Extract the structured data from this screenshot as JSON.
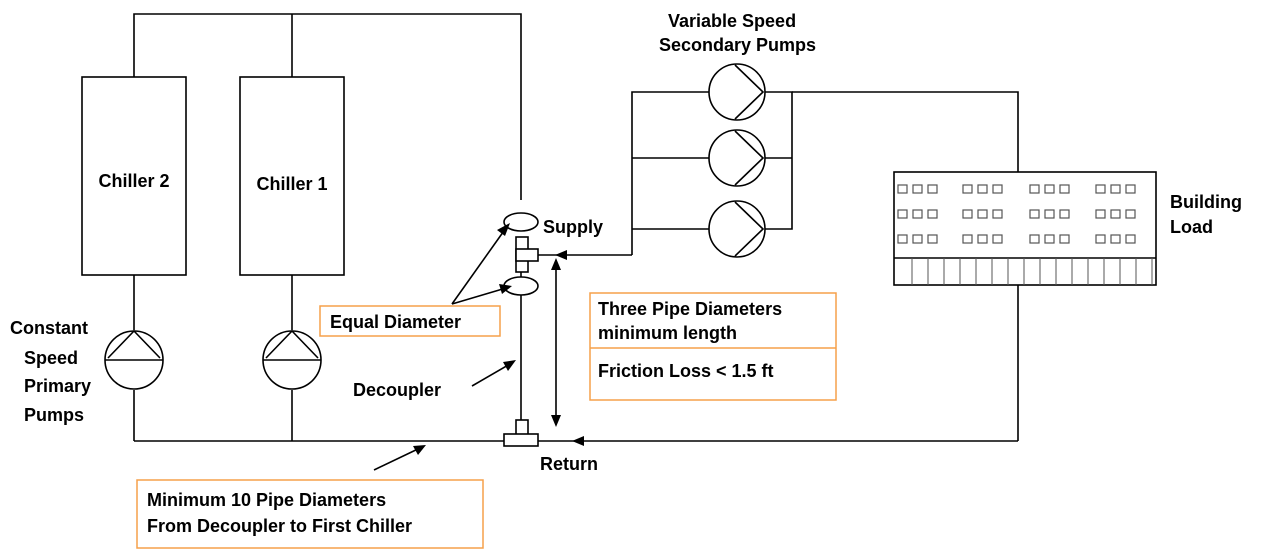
{
  "chillers": {
    "chiller_2": "Chiller 2",
    "chiller_1": "Chiller 1"
  },
  "primary_pumps": {
    "line1": "Constant",
    "line2": "Speed",
    "line3": "Primary",
    "line4": "Pumps"
  },
  "secondary_pumps": {
    "line1": "Variable Speed",
    "line2": "Secondary Pumps"
  },
  "building_load": {
    "line1": "Building",
    "line2": "Load"
  },
  "labels": {
    "supply": "Supply",
    "return": "Return",
    "decoupler": "Decoupler",
    "equal_diameter": "Equal Diameter"
  },
  "callouts": {
    "three_pipe_line1": "Three Pipe Diameters",
    "three_pipe_line2": "minimum length",
    "friction_loss": "Friction Loss < 1.5 ft",
    "min10_line1": "Minimum 10 Pipe Diameters",
    "min10_line2": "From Decoupler to First Chiller"
  },
  "colors": {
    "callout_border": "#f5a04a",
    "line": "#000000"
  }
}
